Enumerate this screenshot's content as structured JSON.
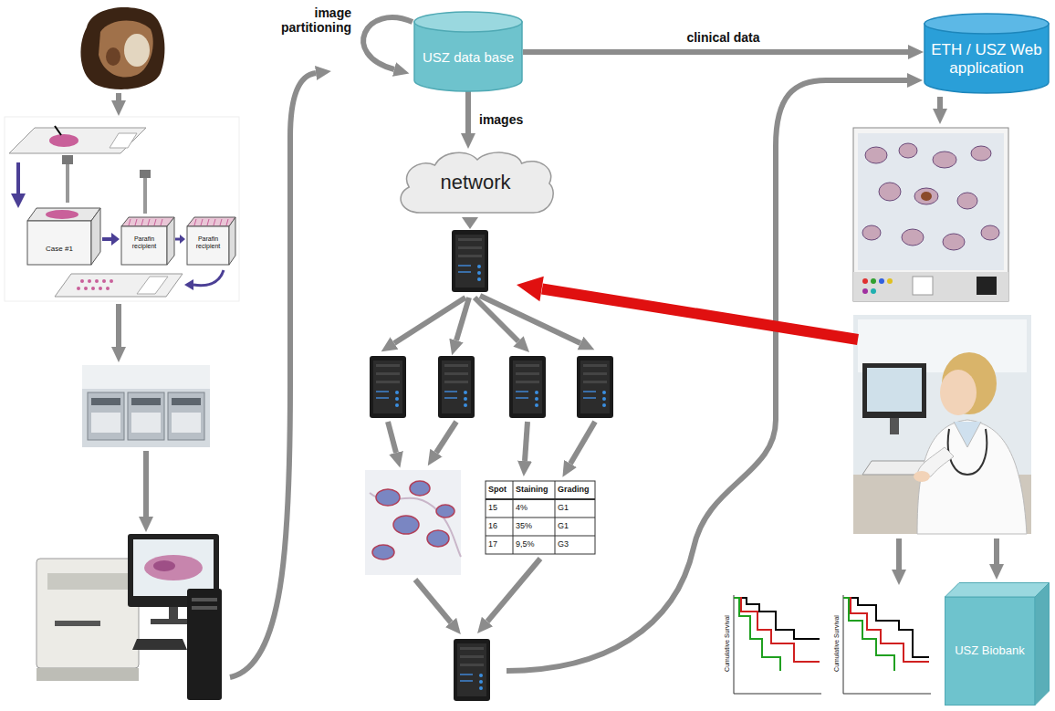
{
  "diagram": {
    "nodes": [
      {
        "text": [
          "USZ data base"
        ]
      },
      {
        "text": [
          "ETH / USZ Web application"
        ]
      },
      {
        "text": [
          "network"
        ]
      },
      {
        "text": [
          "USZ Biobank"
        ]
      }
    ],
    "edges": [
      {
        "from": 0,
        "to": 1,
        "label": "clinical data",
        "arrow": "to"
      },
      {
        "from": 0,
        "to": 2,
        "label": "images",
        "arrow": "to"
      }
    ],
    "labels": [
      "image partitioning",
      "Case #1",
      "Parafin recipient",
      "Parafin recipient",
      "Spot",
      "Staining",
      "Grading",
      "15",
      "4%",
      "G1",
      "16",
      "35%",
      "G1",
      "17",
      "9,5%",
      "G3",
      "Cumulative Survival",
      "Cumulative Survival"
    ]
  }
}
